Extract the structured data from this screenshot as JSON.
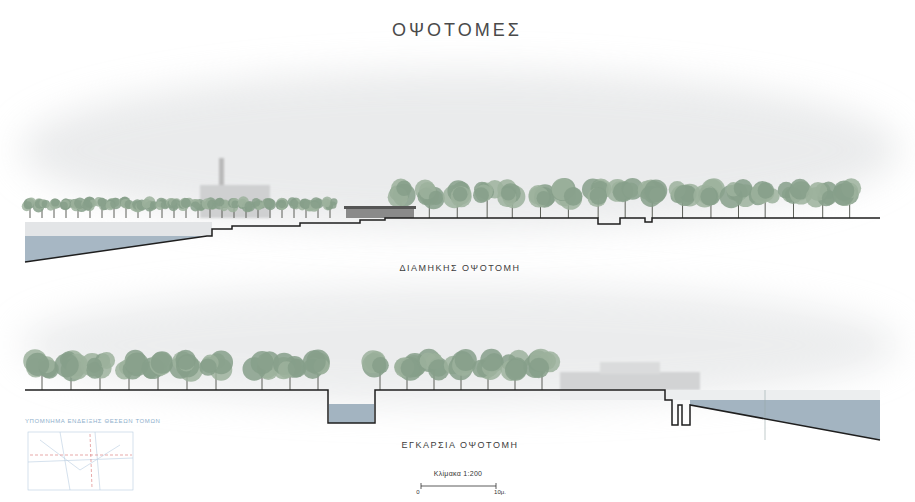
{
  "diagram": {
    "title": "ΟΨΟΤΟΜΕΣ",
    "labels": [
      "ΔΙΑΜΗΚΗΣ ΟΨΟΤΟΜΗ",
      "ΕΓΚΑΡΣΙΑ ΟΨΟΤΟΜΗ",
      "ΥΠΟΜΝΗΜΑ ΕΝΔΕΙΞΗΣ ΘΕΣΕΩΝ ΤΟΜΩΝ",
      "Κλίμακα 1:200",
      "0",
      "10μ."
    ]
  }
}
